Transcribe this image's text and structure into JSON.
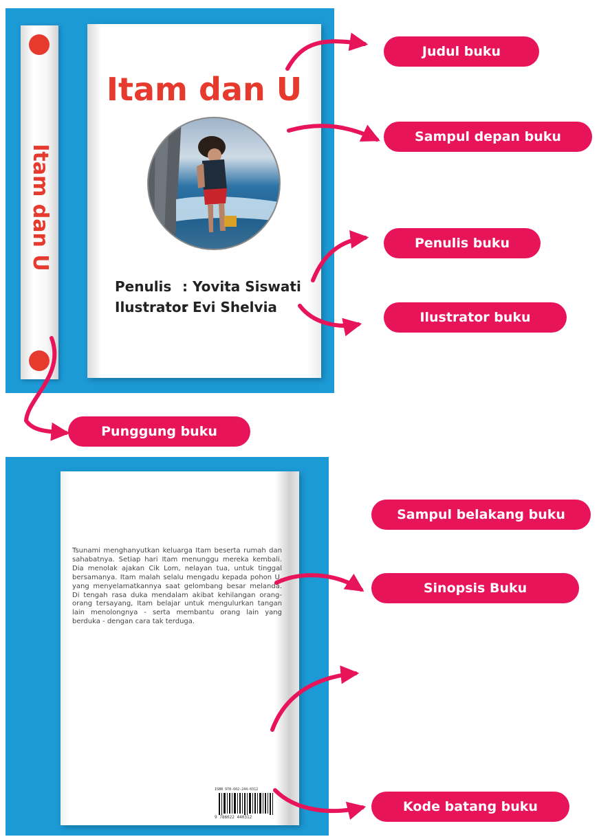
{
  "book": {
    "title": "Itam dan U",
    "spine_title": "Itam dan U",
    "writer_label": "Penulis",
    "writer_value": ": Yovita Siswati",
    "illustrator_label": "Ilustrator",
    "illustrator_value": ": Evi Shelvia",
    "synopsis": "Tsunami menghanyutkan keluarga Itam beserta rumah dan sahabatnya. Setiap hari Itam menunggu mereka kembali. Dia menolak ajakan Cik Lom, nelayan tua, untuk tinggal bersamanya. Itam malah selalu mengadu kepada pohon U, yang menyelamatkannya saat gelombang besar melanda. Di tengah rasa duka mendalam akibat kehilangan orang-orang tersayang, Itam belajar untuk mengulurkan tangan lain menolongnya - serta membantu orang lain yang berduka - dengan cara tak terduga.",
    "isbn_text": "ISBN 978-602-244-0312",
    "barcode_digits": "9 786022 440312"
  },
  "labels": {
    "judul": "Judul buku",
    "sampul_depan": "Sampul depan buku",
    "penulis": "Penulis buku",
    "ilustrator": "Ilustrator buku",
    "punggung": "Punggung buku",
    "sinopsis": "Sinopsis Buku",
    "sampul_belakang": "Sampul belakang  buku",
    "kode_batang": "Kode batang buku"
  },
  "colors": {
    "background_panel": "#1c9ad6",
    "label_fill": "#e8145a",
    "title_red": "#e53a2d"
  }
}
